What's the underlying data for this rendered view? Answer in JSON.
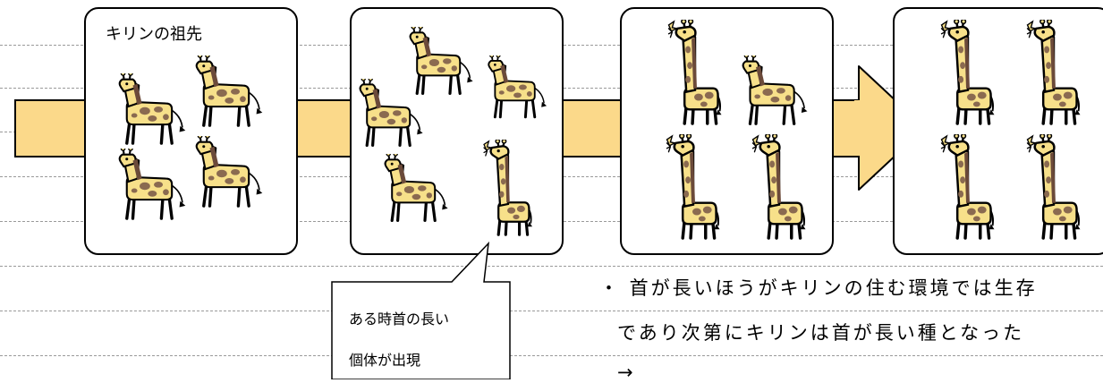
{
  "panels": [
    {
      "title": "キリンの祖先"
    },
    {
      "title": ""
    },
    {
      "title": ""
    },
    {
      "title": ""
    }
  ],
  "callout": {
    "line1": "ある時首の長い",
    "line2": "個体が出現"
  },
  "note": {
    "line1": "・ 首が長いほうがキリンの住む環境では生存",
    "line2": "であり次第にキリンは首が長い種となった",
    "line3": "→"
  },
  "colors": {
    "band": "#fbd98a",
    "giraffe_body": "#f7e08a",
    "giraffe_spot": "#8a6a50",
    "giraffe_mane": "#6b4a3a",
    "rule": "#9a9a9a"
  },
  "icons": {
    "short_neck": "giraffe-ancestor-icon",
    "long_neck": "giraffe-long-neck-icon"
  }
}
